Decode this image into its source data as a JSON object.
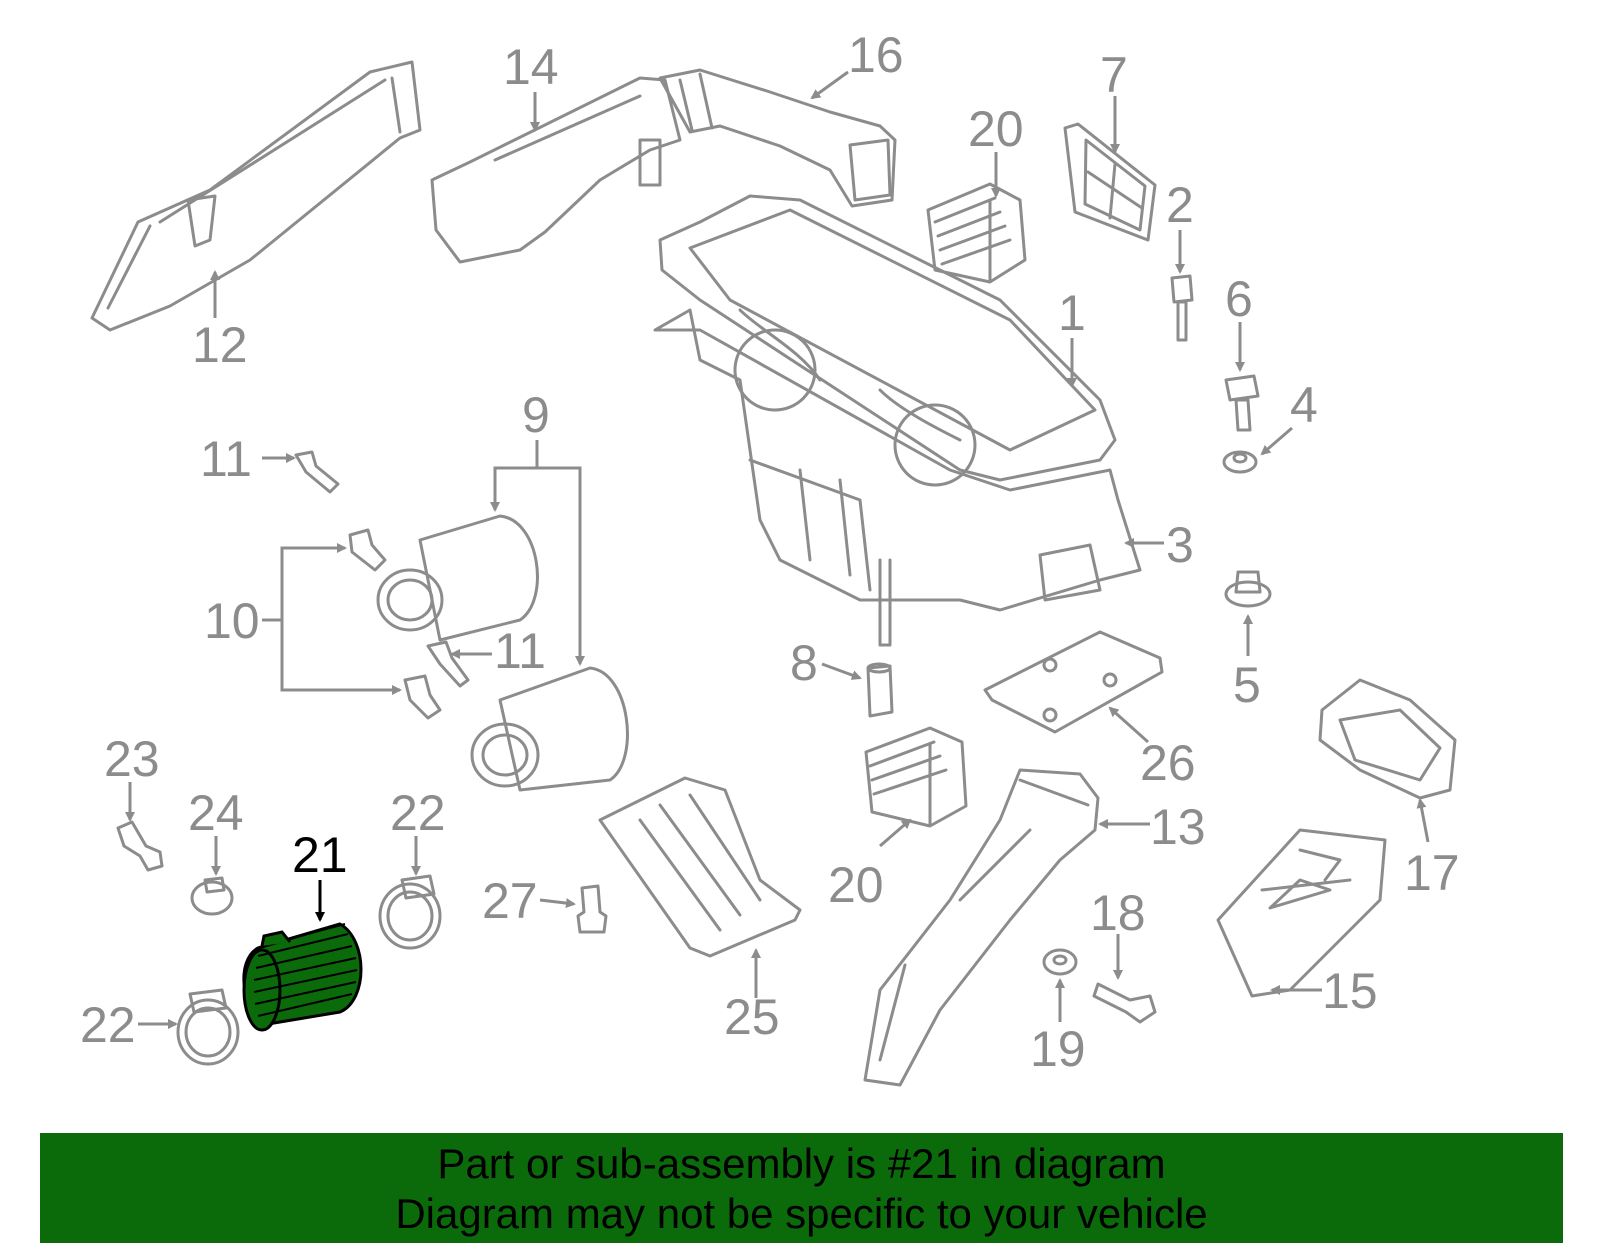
{
  "callouts": {
    "c1": "1",
    "c2": "2",
    "c3": "3",
    "c4": "4",
    "c5": "5",
    "c6": "6",
    "c7": "7",
    "c8": "8",
    "c9": "9",
    "c10": "10",
    "c11a": "11",
    "c11b": "11",
    "c12": "12",
    "c13": "13",
    "c14": "14",
    "c15": "15",
    "c16": "16",
    "c17": "17",
    "c18": "18",
    "c19": "19",
    "c20a": "20",
    "c20b": "20",
    "c21": "21",
    "c22a": "22",
    "c22b": "22",
    "c23": "23",
    "c24": "24",
    "c25": "25",
    "c26": "26",
    "c27": "27"
  },
  "highlight": {
    "part_number": "21",
    "color": "#0b6b0b"
  },
  "banner": {
    "line1": "Part or sub-assembly is #21 in diagram",
    "line2": "Diagram may not be specific to your vehicle",
    "background": "#0b6b0b"
  }
}
